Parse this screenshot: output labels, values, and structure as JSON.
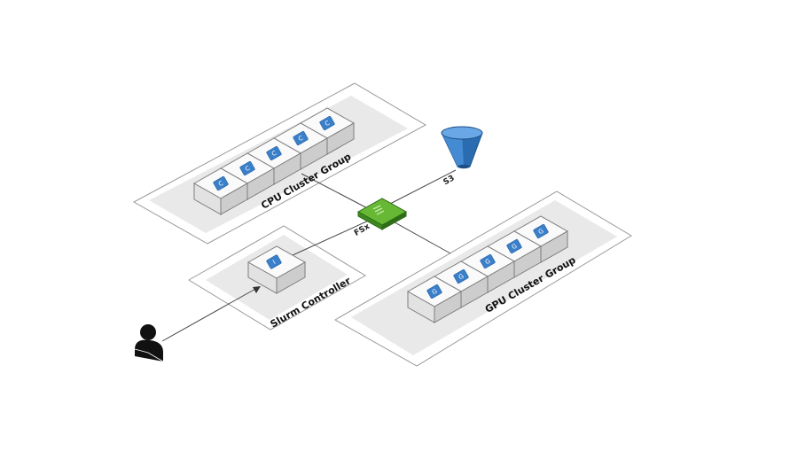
{
  "groups": {
    "cpu": {
      "label": "CPU Cluster Group",
      "node_label": "C",
      "node_count": 5
    },
    "gpu": {
      "label": "GPU Cluster Group",
      "node_label": "G",
      "node_count": 5
    },
    "controller": {
      "label": "Slurm Controller",
      "node_label": "I"
    }
  },
  "services": {
    "fsx": {
      "label": "FSx",
      "icon": "fsx-icon",
      "color": "#3c8a1e"
    },
    "s3": {
      "label": "S3",
      "icon": "s3-bucket-icon",
      "color": "#2b6cb0"
    }
  },
  "user": {
    "icon": "user-icon"
  },
  "colors": {
    "chip": "#3a7fc9",
    "panel": "#e9e9e9"
  }
}
